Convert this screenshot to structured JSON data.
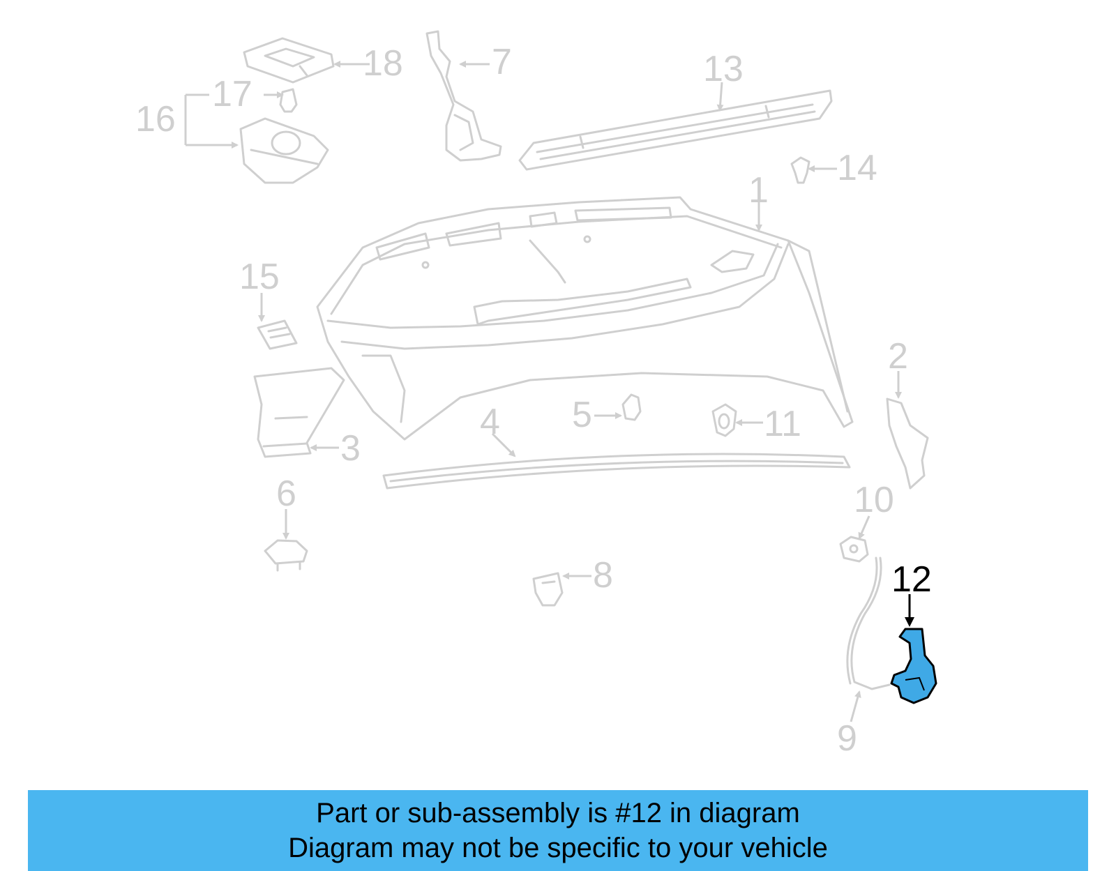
{
  "colors": {
    "inactive_part": "#cfcfcf",
    "highlight_part": "#3fa9e6",
    "banner": "#4ab6f0",
    "active_label": "#000000"
  },
  "callouts": {
    "c1": "1",
    "c2": "2",
    "c3": "3",
    "c4": "4",
    "c5": "5",
    "c6": "6",
    "c7": "7",
    "c8": "8",
    "c9": "9",
    "c10": "10",
    "c11": "11",
    "c12": "12",
    "c13": "13",
    "c14": "14",
    "c15": "15",
    "c16": "16",
    "c17": "17",
    "c18": "18"
  },
  "highlighted_part": "12",
  "banner": {
    "line1": "Part or sub-assembly is #12 in diagram",
    "line2": "Diagram may not be specific to your vehicle"
  }
}
